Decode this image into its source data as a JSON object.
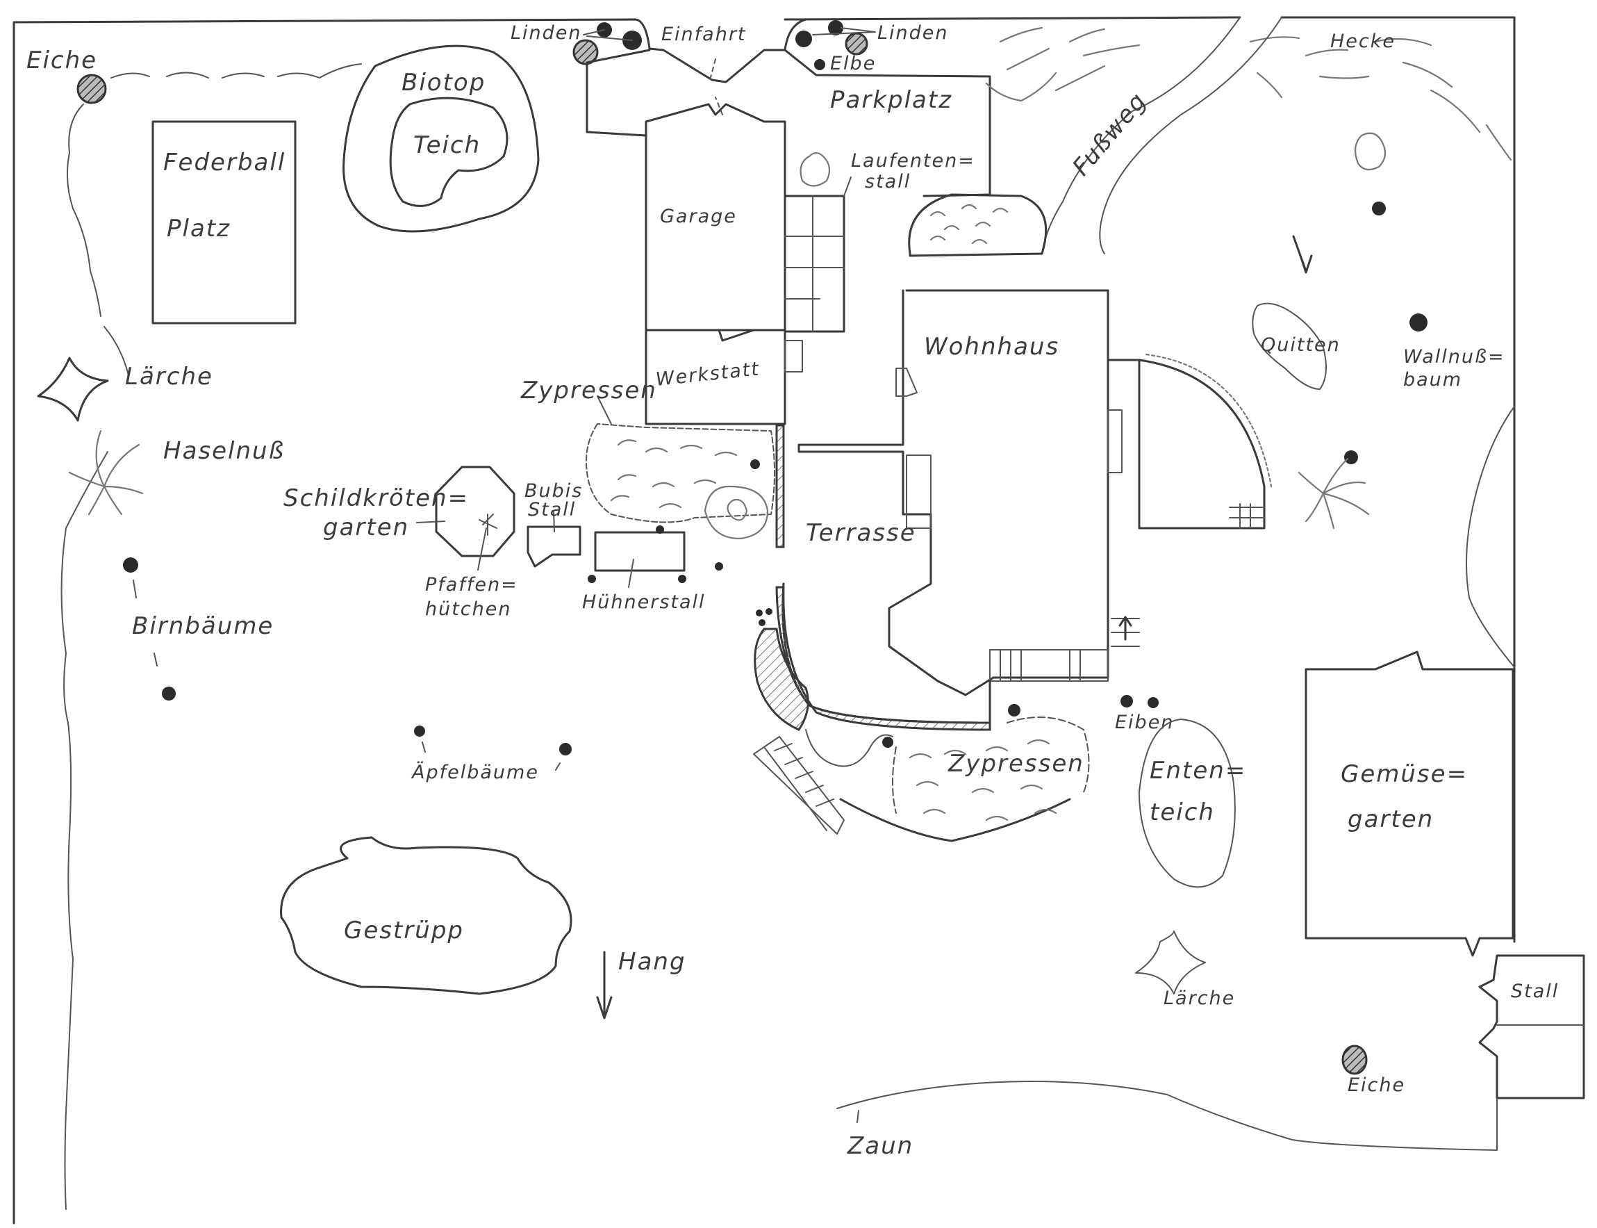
{
  "plan": {
    "colors": {
      "ink": "#3a3a3a",
      "paper": "#ffffff",
      "tree": "#2b2b2b"
    },
    "labels": {
      "eiche_nw": "Eiche",
      "linden_left": "Linden",
      "einfahrt": "Einfahrt",
      "linden_right": "Linden",
      "elbe": "Elbe",
      "hecke": "Hecke",
      "biotop": "Biotop",
      "teich": "Teich",
      "parkplatz": "Parkplatz",
      "federball": "Federball",
      "platz": "Platz",
      "laufentenstall_1": "Laufenten=",
      "laufentenstall_2": "stall",
      "fussweg": "Fußweg",
      "garage": "Garage",
      "werkstatt": "Werkstatt",
      "wohnhaus": "Wohnhaus",
      "quitten": "Quitten",
      "walnuss_1": "Wallnuß=",
      "walnuss_2": "baum",
      "laerche_w": "Lärche",
      "haselnuss": "Haselnuß",
      "zypressen_n": "Zypressen",
      "schildkroeten_1": "Schildkröten=",
      "schildkroeten_2": "garten",
      "bubis_1": "Bubis",
      "bubis_2": "Stall",
      "terrasse": "Terrasse",
      "pfaffen_1": "Pfaffen=",
      "pfaffen_2": "hütchen",
      "huehnerstall": "Hühnerstall",
      "birnbaeume": "Birnbäume",
      "eiben": "Eiben",
      "zypressen_s": "Zypressen",
      "apfelbaeume": "Äpfelbäume",
      "ententeich_1": "Enten=",
      "ententeich_2": "teich",
      "gemuese_1": "Gemüse=",
      "gemuese_2": "garten",
      "gestruepp": "Gestrüpp",
      "hang": "Hang",
      "laerche_s": "Lärche",
      "stall": "Stall",
      "eiche_se": "Eiche",
      "zaun": "Zaun"
    }
  }
}
